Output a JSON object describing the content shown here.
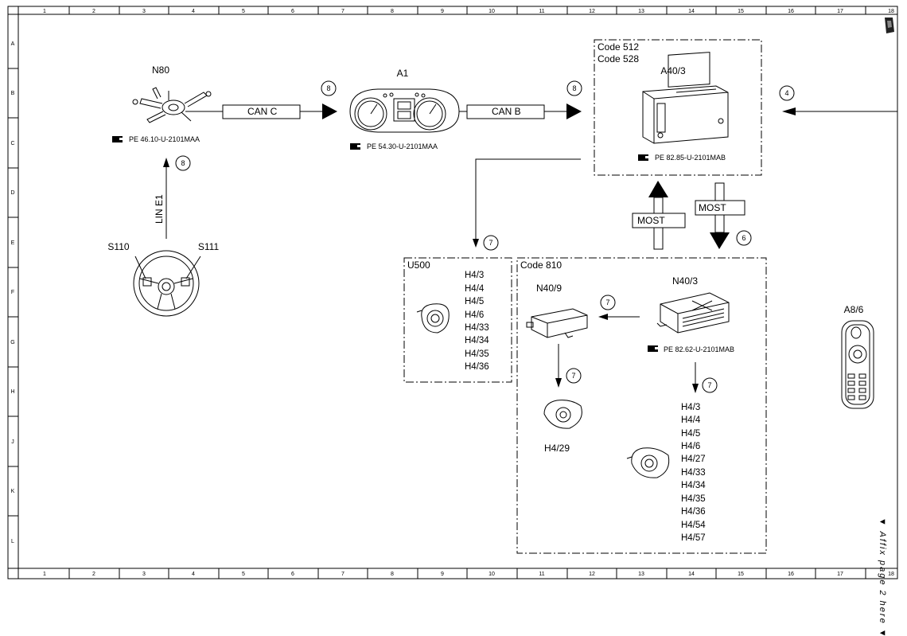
{
  "frame": {
    "columns": [
      "1",
      "2",
      "3",
      "4",
      "5",
      "6",
      "7",
      "8",
      "9",
      "10",
      "11",
      "12",
      "13",
      "14",
      "15",
      "16",
      "17",
      "18"
    ],
    "rows": [
      "A",
      "B",
      "C",
      "D",
      "E",
      "F",
      "G",
      "H",
      "J",
      "K",
      "L"
    ]
  },
  "components": {
    "n80": {
      "label": "N80",
      "ref": "PE 46.10-U-2101MAA"
    },
    "a1": {
      "label": "A1",
      "ref": "PE 54.30-U-2101MAA"
    },
    "a40_3": {
      "label": "A40/3",
      "ref": "PE 82.85-U-2101MAB"
    },
    "s110": {
      "label": "S110"
    },
    "s111": {
      "label": "S111"
    },
    "u500": {
      "label": "U500",
      "items": [
        "H4/3",
        "H4/4",
        "H4/5",
        "H4/6",
        "H4/33",
        "H4/34",
        "H4/35",
        "H4/36"
      ]
    },
    "n40_9": {
      "label": "N40/9"
    },
    "n40_3": {
      "label": "N40/3",
      "ref": "PE 82.62-U-2101MAB"
    },
    "h4_29": {
      "label": "H4/29"
    },
    "amp_list": {
      "items": [
        "H4/3",
        "H4/4",
        "H4/5",
        "H4/6",
        "H4/27",
        "H4/33",
        "H4/34",
        "H4/35",
        "H4/36",
        "H4/54",
        "H4/57"
      ]
    },
    "a8_6": {
      "label": "A8/6"
    }
  },
  "codes": {
    "code512": "Code 512",
    "code528": "Code 528",
    "code810": "Code 810"
  },
  "buses": {
    "can_c": "CAN C",
    "can_b": "CAN B",
    "lin_e1": "LIN E1",
    "most_up": "MOST",
    "most_down": "MOST"
  },
  "markers": {
    "m_can_c": "8",
    "m_can_b": "8",
    "m_lin": "8",
    "m_a40_in": "4",
    "m_u500": "7",
    "m_most": "6",
    "m_n40_9": "7",
    "m_h4_29": "7",
    "m_amp": "7"
  },
  "affix_note": "▼ Affix page 2 here ▼"
}
